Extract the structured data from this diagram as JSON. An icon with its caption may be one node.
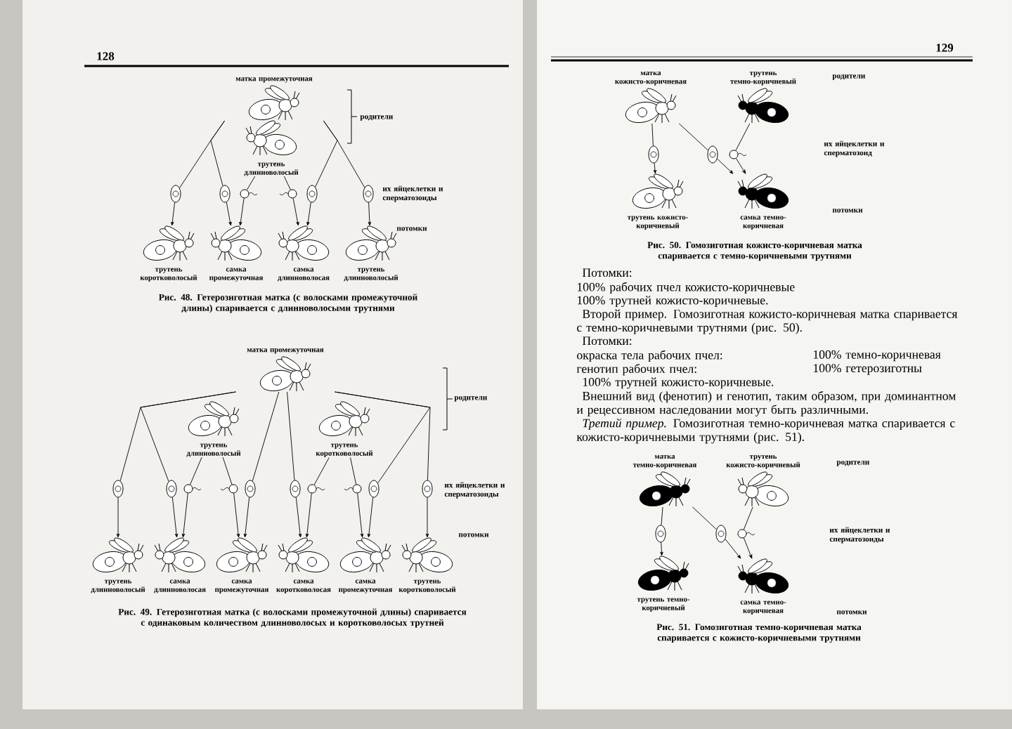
{
  "diagram": {
    "nodes": [
      {
        "text": [
          "матка промежуточная"
        ]
      },
      {
        "text": [
          "трутень длинноволосый"
        ]
      },
      {
        "text": [],
        "shape": "oval"
      },
      {
        "text": [],
        "shape": "oval"
      },
      {
        "text": [],
        "shape": "circle"
      },
      {
        "text": [],
        "shape": "circle"
      },
      {
        "text": [],
        "shape": "oval"
      },
      {
        "text": [],
        "shape": "oval"
      },
      {
        "text": [
          "трутень коротковолосый"
        ]
      },
      {
        "text": [
          "самка промежуточная"
        ]
      },
      {
        "text": [
          "самка длинноволосая"
        ]
      },
      {
        "text": [
          "трутень длинноволосый"
        ]
      },
      {
        "text": [
          "матка промежуточная"
        ]
      },
      {
        "text": [
          "трутень длинноволосый"
        ]
      },
      {
        "text": [
          "трутень коротковолосый"
        ]
      },
      {
        "text": [],
        "shape": "oval"
      },
      {
        "text": [],
        "shape": "oval"
      },
      {
        "text": [],
        "shape": "circle"
      },
      {
        "text": [],
        "shape": "circle"
      },
      {
        "text": [],
        "shape": "oval"
      },
      {
        "text": [],
        "shape": "oval"
      },
      {
        "text": [],
        "shape": "circle"
      },
      {
        "text": [],
        "shape": "circle"
      },
      {
        "text": [],
        "shape": "oval"
      },
      {
        "text": [],
        "shape": "oval"
      },
      {
        "text": [
          "трутень длинноволосый"
        ]
      },
      {
        "text": [
          "самка длинноволосая"
        ]
      },
      {
        "text": [
          "самка промежуточная"
        ]
      },
      {
        "text": [
          "самка коротковолосая"
        ]
      },
      {
        "text": [
          "самка промежуточная"
        ]
      },
      {
        "text": [
          "трутень коротковолосый"
        ]
      },
      {
        "text": [
          "матка кожисто-коричневая"
        ]
      },
      {
        "text": [
          "трутень темно-коричневый"
        ]
      },
      {
        "text": [],
        "shape": "oval"
      },
      {
        "text": [],
        "shape": "oval"
      },
      {
        "text": [],
        "shape": "circle"
      },
      {
        "text": [
          "трутень кожисто-коричневый"
        ]
      },
      {
        "text": [
          "самка темно-коричневая"
        ]
      },
      {
        "text": [
          "матка темно-коричневая"
        ]
      },
      {
        "text": [
          "трутень кожисто-коричневый"
        ]
      },
      {
        "text": [],
        "shape": "oval"
      },
      {
        "text": [],
        "shape": "oval"
      },
      {
        "text": [],
        "shape": "circle"
      },
      {
        "text": [
          "трутень темно-коричневый"
        ]
      },
      {
        "text": [
          "самка темно-коричневая"
        ]
      }
    ],
    "edges": [
      {
        "from": 0,
        "to": 2,
        "arrow": "none"
      },
      {
        "from": 0,
        "to": 3,
        "arrow": "none"
      },
      {
        "from": 0,
        "to": 6,
        "arrow": "none"
      },
      {
        "from": 0,
        "to": 7,
        "arrow": "none"
      },
      {
        "from": 1,
        "to": 4,
        "arrow": "none"
      },
      {
        "from": 1,
        "to": 5,
        "arrow": "none"
      },
      {
        "from": 2,
        "to": 8,
        "arrow": "to"
      },
      {
        "from": 3,
        "to": 9,
        "arrow": "to"
      },
      {
        "from": 4,
        "to": 9,
        "arrow": "to"
      },
      {
        "from": 5,
        "to": 10,
        "arrow": "to"
      },
      {
        "from": 6,
        "to": 10,
        "arrow": "to"
      },
      {
        "from": 7,
        "to": 11,
        "arrow": "to"
      },
      {
        "from": 12,
        "to": 15,
        "arrow": "none"
      },
      {
        "from": 12,
        "to": 16,
        "arrow": "none"
      },
      {
        "from": 12,
        "to": 19,
        "arrow": "none"
      },
      {
        "from": 12,
        "to": 20,
        "arrow": "none"
      },
      {
        "from": 12,
        "to": 23,
        "arrow": "none"
      },
      {
        "from": 12,
        "to": 24,
        "arrow": "none"
      },
      {
        "from": 13,
        "to": 17,
        "arrow": "none"
      },
      {
        "from": 13,
        "to": 18,
        "arrow": "none"
      },
      {
        "from": 14,
        "to": 21,
        "arrow": "none"
      },
      {
        "from": 14,
        "to": 22,
        "arrow": "none"
      },
      {
        "from": 15,
        "to": 25,
        "arrow": "to"
      },
      {
        "from": 16,
        "to": 26,
        "arrow": "to"
      },
      {
        "from": 17,
        "to": 26,
        "arrow": "to"
      },
      {
        "from": 18,
        "to": 27,
        "arrow": "to"
      },
      {
        "from": 19,
        "to": 27,
        "arrow": "to"
      },
      {
        "from": 20,
        "to": 28,
        "arrow": "to"
      },
      {
        "from": 21,
        "to": 28,
        "arrow": "to"
      },
      {
        "from": 22,
        "to": 29,
        "arrow": "to"
      },
      {
        "from": 23,
        "to": 29,
        "arrow": "to"
      },
      {
        "from": 24,
        "to": 30,
        "arrow": "to"
      },
      {
        "from": 31,
        "to": 33,
        "arrow": "none"
      },
      {
        "from": 31,
        "to": 34,
        "arrow": "none"
      },
      {
        "from": 32,
        "to": 35,
        "arrow": "none"
      },
      {
        "from": 33,
        "to": 36,
        "arrow": "to"
      },
      {
        "from": 34,
        "to": 37,
        "arrow": "to"
      },
      {
        "from": 35,
        "to": 37,
        "arrow": "to"
      },
      {
        "from": 38,
        "to": 40,
        "arrow": "none"
      },
      {
        "from": 38,
        "to": 41,
        "arrow": "none"
      },
      {
        "from": 39,
        "to": 42,
        "arrow": "none"
      },
      {
        "from": 40,
        "to": 43,
        "arrow": "to"
      },
      {
        "from": 41,
        "to": 44,
        "arrow": "to"
      },
      {
        "from": 42,
        "to": 44,
        "arrow": "to"
      }
    ],
    "labels": [
      "128",
      "родители",
      "их яйцеклетки и сперматозоиды",
      "потомки",
      "Рис. 48. Гетерозиготная матка (с волосками промежуточной длины) спаривается с длинноволосыми трутнями",
      "родители",
      "их яйцеклетки и сперматозоиды",
      "потомки",
      "Рис. 49. Гетерозиготная матка (с волосками промежуточной длины) спаривается с одинаковым количеством длинноволосых и коротковолосых трутней",
      "129",
      "родители",
      "их яйцеклетки и сперматозоид",
      "потомки",
      "Рис. 50. Гомозиготная кожисто-коричневая матка спаривается с темно-коричневыми трутнями",
      "Потомки:",
      "100% рабочих пчел кожисто-коричневые",
      "100% трутней кожисто-коричневые.",
      "Второй пример. Гомозиготная кожисто-коричневая матка спаривается с темно-коричневыми трутнями (рис. 50).",
      "Потомки:",
      "окраска тела рабочих пчел:",
      "100% темно-коричневая",
      "генотип рабочих пчел:",
      "100% гетерозиготны",
      "100% трутней кожисто-коричневые.",
      "Внешний вид (фенотип) и генотип, таким образом, при доминантном и рецессивном наследовании могут быть различными.",
      "*Третий пример.* Гомозиготная темно-коричневая матка спаривается с кожисто-коричневыми трутнями (рис. 51).",
      "родители",
      "их яйцеклетки и сперматозоиды",
      "потомки",
      "Рис. 51. Гомозиготная темно-коричневая матка спаривается с кожисто-коричневыми трутнями"
    ]
  }
}
